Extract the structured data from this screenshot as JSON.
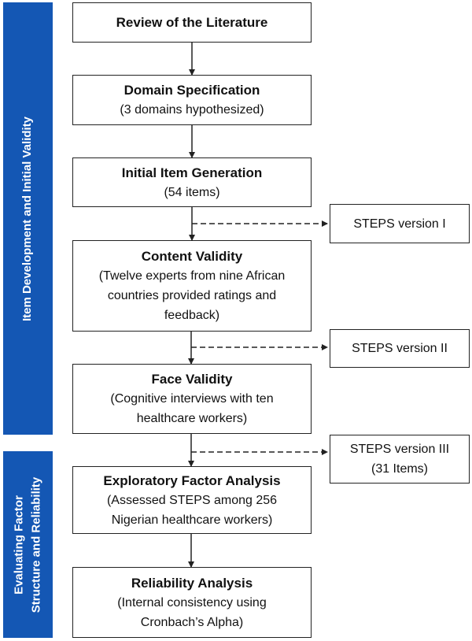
{
  "phases": [
    {
      "label_lines": [
        "Item Development and Initial Validity"
      ]
    },
    {
      "label_lines": [
        "Evaluating Factor",
        "Structure and Reliability"
      ]
    }
  ],
  "steps": [
    {
      "title": "Review of the Literature",
      "desc": []
    },
    {
      "title": "Domain Specification",
      "desc": [
        "(3 domains hypothesized)"
      ]
    },
    {
      "title": "Initial Item Generation",
      "desc": [
        "(54 items)"
      ]
    },
    {
      "title": "Content Validity",
      "desc": [
        "(Twelve experts from nine African",
        "countries provided ratings and",
        "feedback)"
      ]
    },
    {
      "title": "Face Validity",
      "desc": [
        "(Cognitive interviews with ten",
        "healthcare workers)"
      ]
    },
    {
      "title": "Exploratory Factor Analysis",
      "desc": [
        "(Assessed STEPS among 256",
        "Nigerian healthcare workers)"
      ]
    },
    {
      "title": "Reliability Analysis",
      "desc": [
        "(Internal consistency using",
        "Cronbach’s Alpha)"
      ]
    }
  ],
  "versions": [
    {
      "lines": [
        "STEPS version I"
      ]
    },
    {
      "lines": [
        "STEPS version II"
      ]
    },
    {
      "lines": [
        "STEPS version III",
        "(31 Items)"
      ]
    }
  ],
  "colors": {
    "phase_fill": "#1457B4",
    "phase_text": "#ffffff",
    "border": "#222222"
  }
}
